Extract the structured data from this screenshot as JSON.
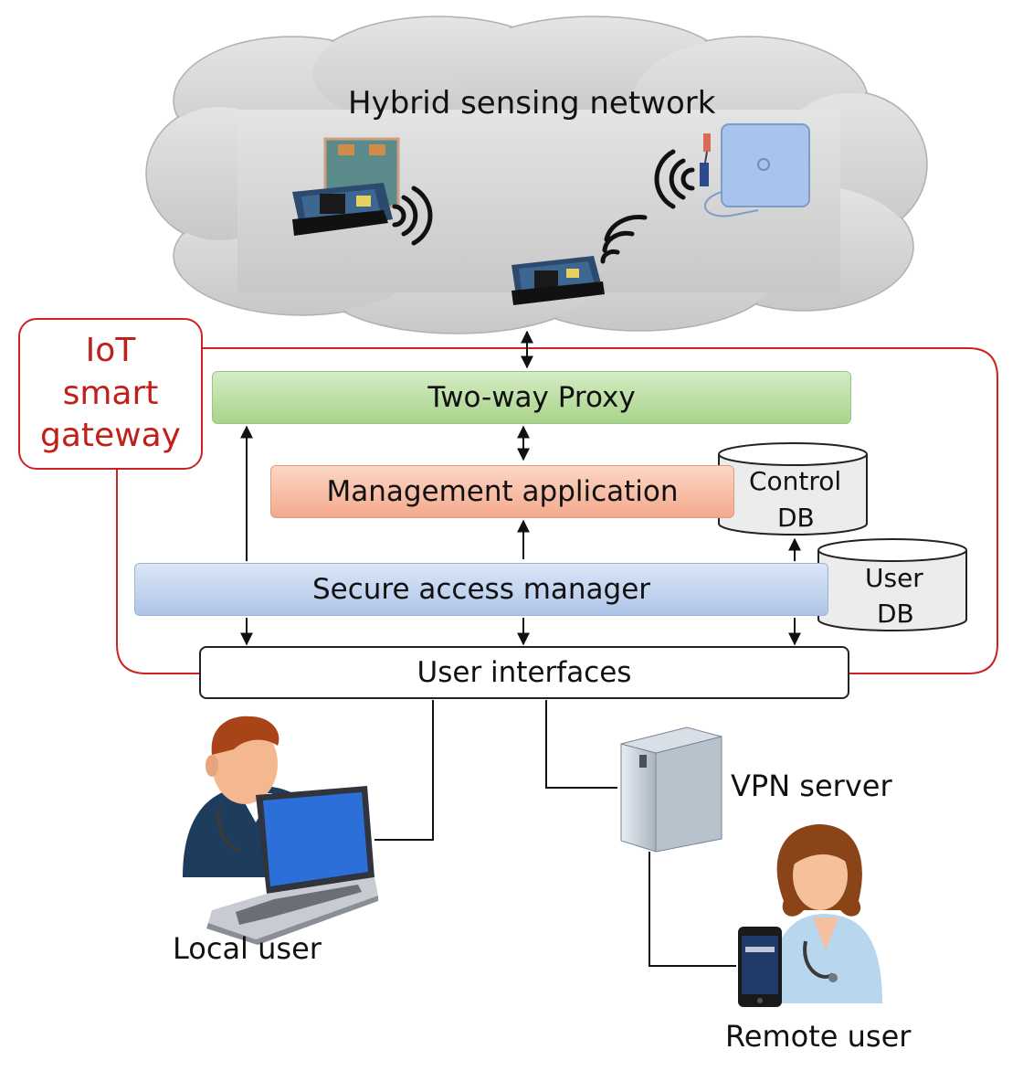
{
  "cloud": {
    "title": "Hybrid sensing network"
  },
  "gateway": {
    "line1": "IoT",
    "line2": "smart",
    "line3": "gateway"
  },
  "blocks": {
    "proxy": "Two-way Proxy",
    "management": "Management application",
    "secure_access": "Secure access manager",
    "user_interfaces": "User interfaces"
  },
  "databases": {
    "control_line1": "Control",
    "control_line2": "DB",
    "user_line1": "User",
    "user_line2": "DB"
  },
  "endpoints": {
    "vpn": "VPN server",
    "local_user": "Local user",
    "remote_user": "Remote user"
  },
  "colors": {
    "gateway_border": "#cc2222",
    "proxy": "#a9d48c",
    "management": "#f4a98d",
    "secure_access": "#aec5e8",
    "cloud": "#d0d0d0"
  }
}
